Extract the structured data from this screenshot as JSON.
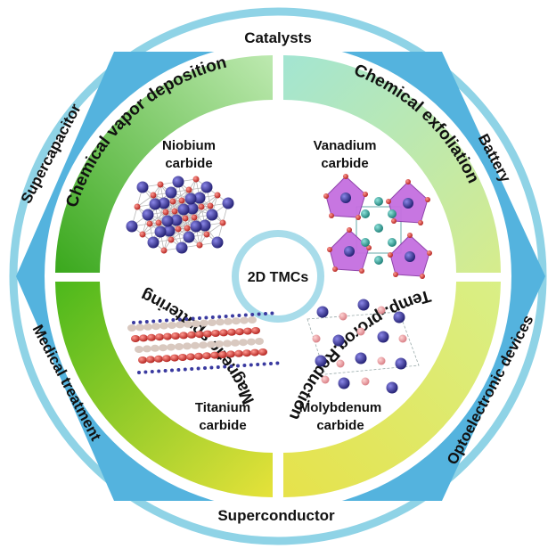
{
  "center": {
    "label": "2D TMCs"
  },
  "applications": {
    "top": "Catalysts",
    "bottom": "Superconductor",
    "upper_left": "Supercapacitor",
    "lower_left": "Medical treatment",
    "upper_right": "Battery",
    "lower_right": "Optoelectronic devices"
  },
  "methods": {
    "upper_left": "Chemical vapor deposition",
    "upper_right": "Chemical exfoliation",
    "lower_right": "Temp.-prorog.Reduction",
    "lower_left": "Magnetic sputtering"
  },
  "materials": {
    "niobium": {
      "line1": "Niobium",
      "line2": "carbide"
    },
    "vanadium": {
      "line1": "Vanadium",
      "line2": "carbide"
    },
    "titanium": {
      "line1": "Titanium",
      "line2": "carbide"
    },
    "molybdenum": {
      "line1": "Molybdenum",
      "line2": "carbide"
    }
  },
  "colors": {
    "outer_ring": "#8fd3e6",
    "hexagon": "#54b3de",
    "green_dark": "#3aa81c",
    "green_light": "#bde9b0",
    "teal_light": "#a3e5d2",
    "yellow": "#e6e24a",
    "purple_atom": "#2e2c8f",
    "red_atom": "#d23a33",
    "octahedron": "#b35fd4",
    "teal_atom": "#2aa39a"
  }
}
